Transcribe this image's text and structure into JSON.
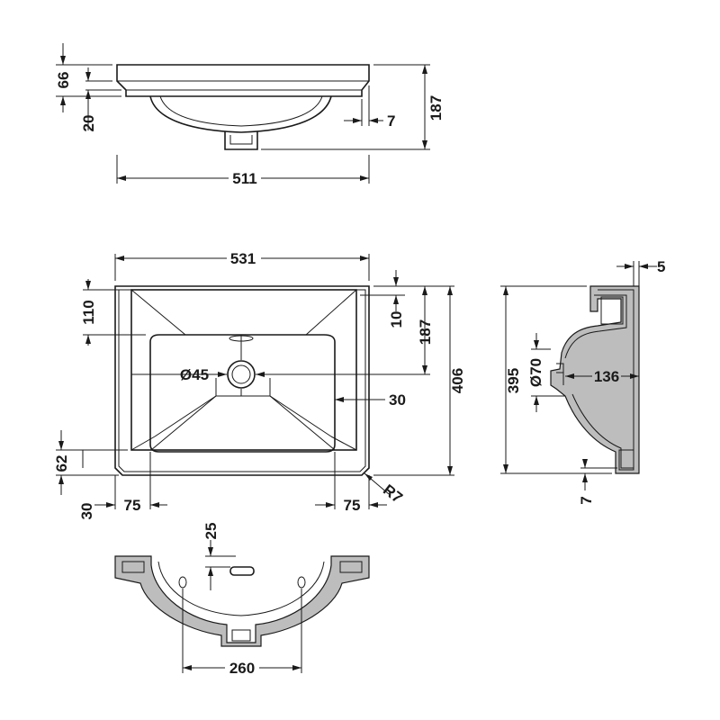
{
  "front_view": {
    "dim_66": "66",
    "dim_20": "20",
    "dim_7": "7",
    "dim_187": "187",
    "dim_511": "511"
  },
  "plan_view": {
    "dim_531": "531",
    "dim_110": "110",
    "dim_10": "10",
    "dim_187": "187",
    "dim_406": "406",
    "dim_waste": "Ø45",
    "dim_30_right": "30",
    "dim_62": "62",
    "dim_30_bottom": "30",
    "dim_75_left": "75",
    "dim_75_right": "75",
    "dim_radius": "R7"
  },
  "side_view": {
    "dim_5": "5",
    "dim_395": "395",
    "dim_overflow": "Ø70",
    "dim_136": "136",
    "dim_7": "7"
  },
  "section_view": {
    "dim_25": "25",
    "dim_260": "260"
  }
}
